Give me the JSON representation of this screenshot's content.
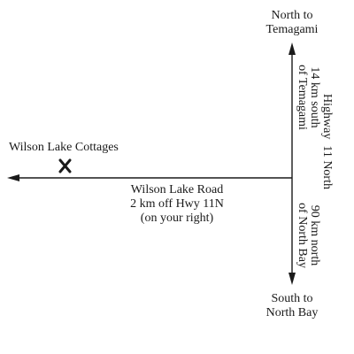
{
  "map": {
    "north_label": [
      "North to",
      "Temagami"
    ],
    "south_label": [
      "South to",
      "North Bay"
    ],
    "destination_label": "Wilson Lake Cottages",
    "destination_marker": "x-mark-icon",
    "road_label": [
      "Wilson Lake Road",
      "2 km off Hwy 11N",
      "(on your right)"
    ],
    "highway_label": "Highway  11 North",
    "distance_north_label": [
      "14 km south",
      "of Temagami"
    ],
    "distance_south_label": [
      "90 km north",
      "of North Bay"
    ],
    "colors": {
      "ink": "#1a1a1a",
      "background": "#ffffff"
    }
  }
}
